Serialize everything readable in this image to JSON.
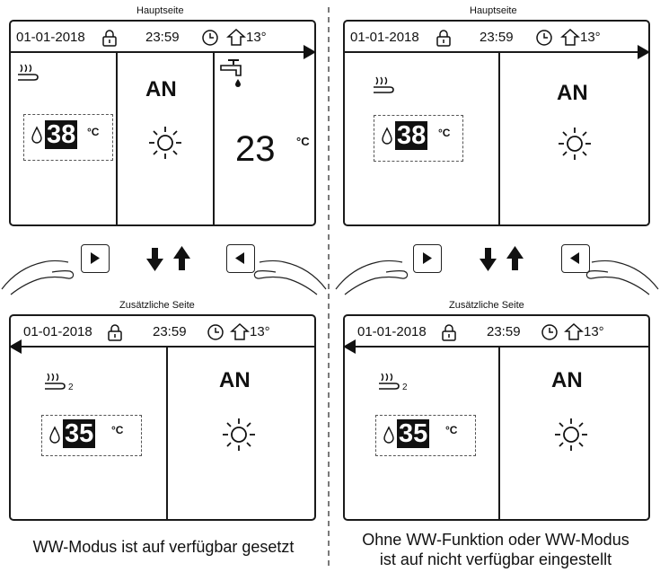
{
  "caption_main": "Hauptseite",
  "caption_extra": "Zusätzliche Seite",
  "header": {
    "date": "01-01-2018",
    "time": "23:59",
    "outdoor_temp": "13°"
  },
  "on_label": "AN",
  "unit": "°C",
  "main_temp": "38",
  "extra_temp": "35",
  "dhw_temp": "23",
  "zone2_sub": "2",
  "footer_left": "WW-Modus ist auf verfügbar gesetzt",
  "footer_right_1": "Ohne WW-Funktion oder WW-Modus",
  "footer_right_2": "ist auf nicht verfügbar eingestellt",
  "colors": {
    "stroke": "#1a1a1a",
    "background": "#ffffff"
  },
  "icons": [
    "lock-icon",
    "clock-icon",
    "home-icon",
    "heating-icon",
    "tap-icon",
    "droplet-icon",
    "sun-icon",
    "arrow-right-icon",
    "arrow-left-icon",
    "arrow-up-icon",
    "arrow-down-icon",
    "hand-icon"
  ]
}
